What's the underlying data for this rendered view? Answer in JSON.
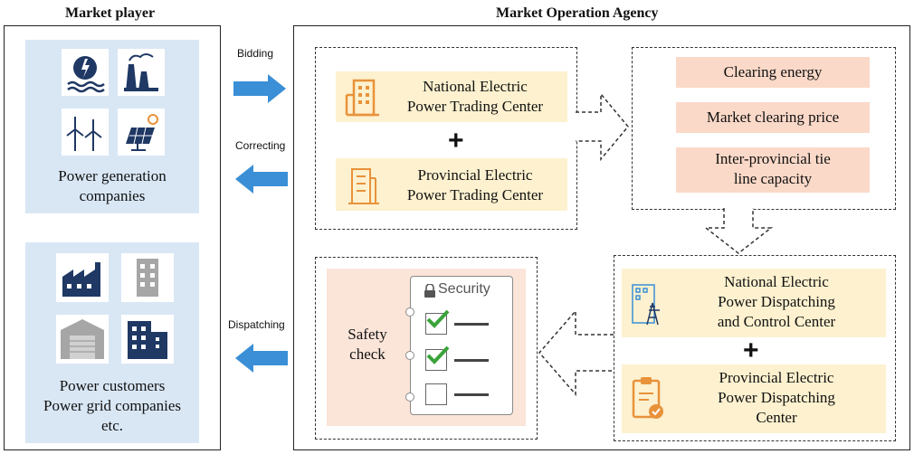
{
  "titles": {
    "market_player": "Market player",
    "market_operation_agency": "Market Operation  Agency"
  },
  "left_panel": {
    "generation_label_line1": "Power generation",
    "generation_label_line2": "companies",
    "customers_label_line1": "Power customers",
    "customers_label_line2": "Power grid companies",
    "customers_label_line3": "etc."
  },
  "arrows": {
    "bidding": "Bidding",
    "correcting": "Correcting",
    "dispatching": "Dispatching"
  },
  "trading": {
    "national_line1": "National Electric",
    "national_line2": "Power Trading Center",
    "plus": "+",
    "provincial_line1": "Provincial Electric",
    "provincial_line2": "Power Trading Center"
  },
  "results": {
    "clearing_energy": "Clearing  energy",
    "market_clearing_price": "Market clearing price",
    "tie_line_line1": "Inter-provincial tie",
    "tie_line_line2": "line capacity"
  },
  "dispatching": {
    "national_line1": "National Electric",
    "national_line2": "Power Dispatching",
    "national_line3": "and Control Center",
    "plus": "+",
    "provincial_line1": "Provincial Electric",
    "provincial_line2": "Power Dispatching",
    "provincial_line3": "Center"
  },
  "safety": {
    "label_line1": "Safety",
    "label_line2": "check",
    "clipboard_title": "Security"
  },
  "colors": {
    "light_blue": "#d9e7f5",
    "yellow": "#fdf1cf",
    "salmon": "#fbd9c8",
    "arrow_blue": "#3a8fd6",
    "icon_navy": "#1f3864",
    "icon_orange": "#e8923a",
    "check_green": "#3aa33a"
  }
}
